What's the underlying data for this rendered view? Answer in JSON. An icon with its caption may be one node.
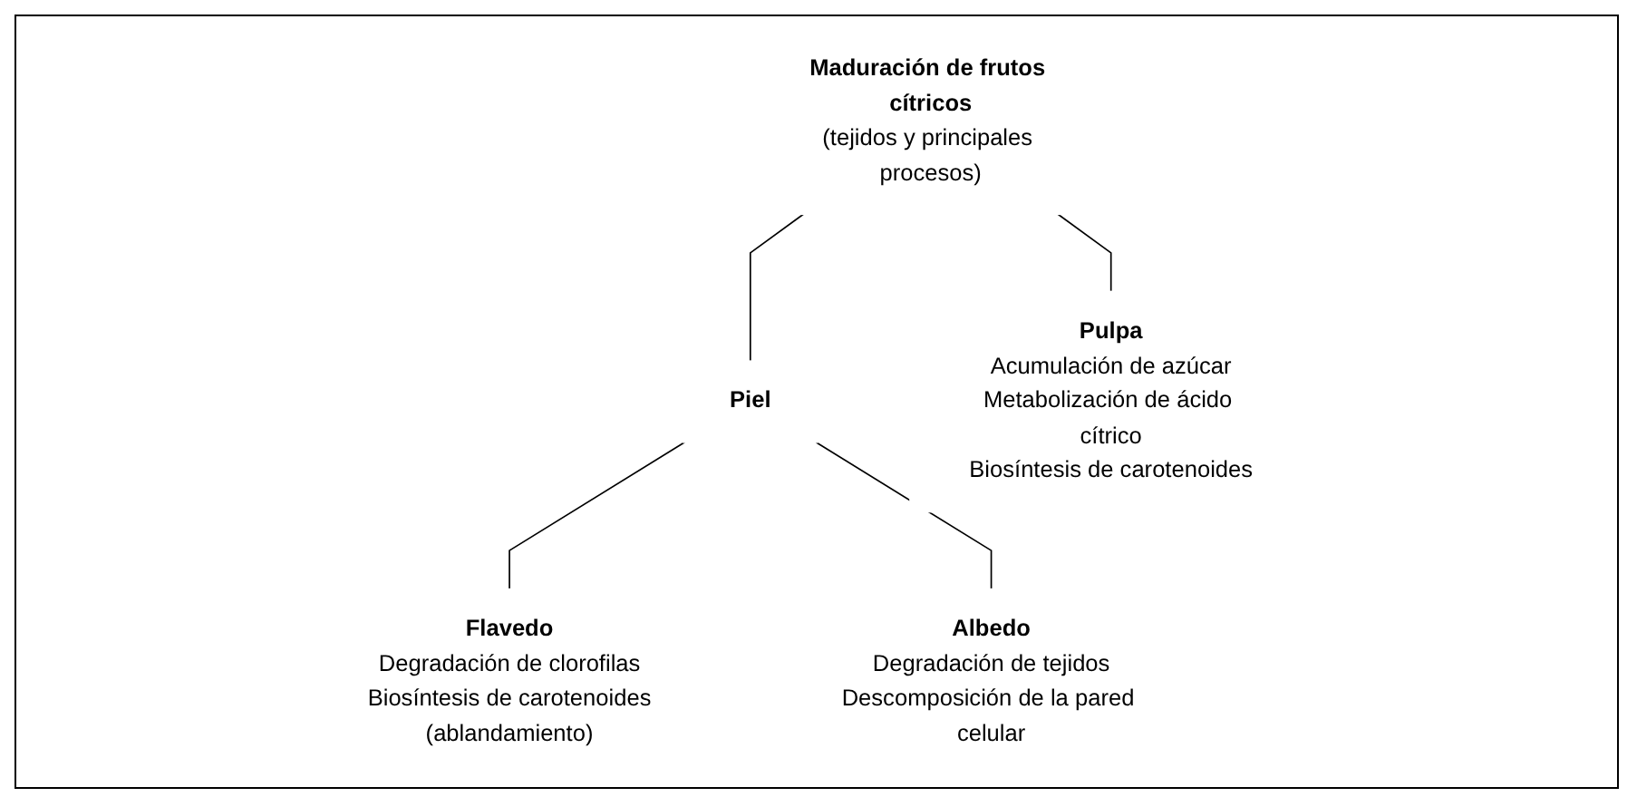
{
  "diagram": {
    "nodes": [
      {
        "text": [
          "Maduración de frutos cítricos",
          "(tejidos y principales procesos)"
        ]
      },
      {
        "text": [
          "Piel"
        ]
      },
      {
        "text": [
          "Pulpa",
          "Acumulación de azúcar",
          "Metabolización de ácido cítrico",
          "Biosíntesis de carotenoides"
        ]
      },
      {
        "text": [
          "Flavedo",
          "Degradación de clorofilas",
          "Biosíntesis de carotenoides",
          "(ablandamiento)"
        ]
      },
      {
        "text": [
          "Albedo",
          "Degradación de tejidos",
          "Descomposición de la pared celular"
        ]
      }
    ],
    "edges": [
      {
        "from": 0,
        "to": 1,
        "arrow": "none"
      },
      {
        "from": 0,
        "to": 2,
        "arrow": "none"
      },
      {
        "from": 1,
        "to": 3,
        "arrow": "none"
      },
      {
        "from": 1,
        "to": 4,
        "arrow": "none"
      }
    ]
  }
}
